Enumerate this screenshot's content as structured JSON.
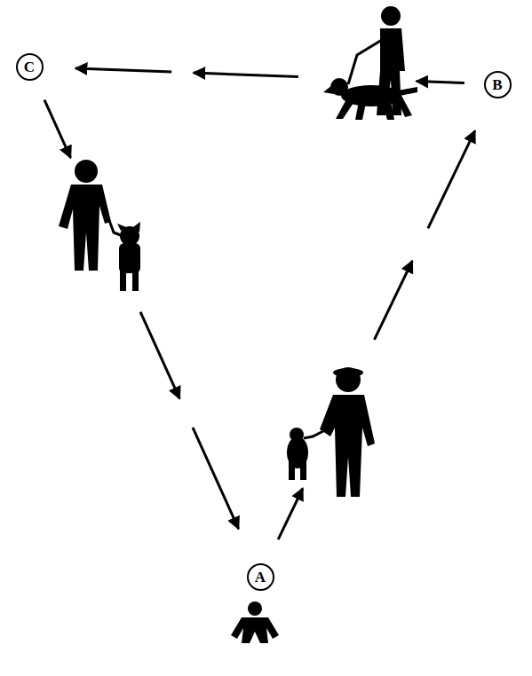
{
  "diagram": {
    "nodes": [
      {
        "text": [
          "C"
        ]
      },
      {
        "text": [
          "B"
        ]
      },
      {
        "text": [
          "A"
        ]
      }
    ],
    "edges": [
      {
        "from": 2,
        "to": 1,
        "arrow": "to"
      },
      {
        "from": 1,
        "to": 0,
        "arrow": "to"
      },
      {
        "from": 0,
        "to": 2,
        "arrow": "to"
      }
    ]
  }
}
